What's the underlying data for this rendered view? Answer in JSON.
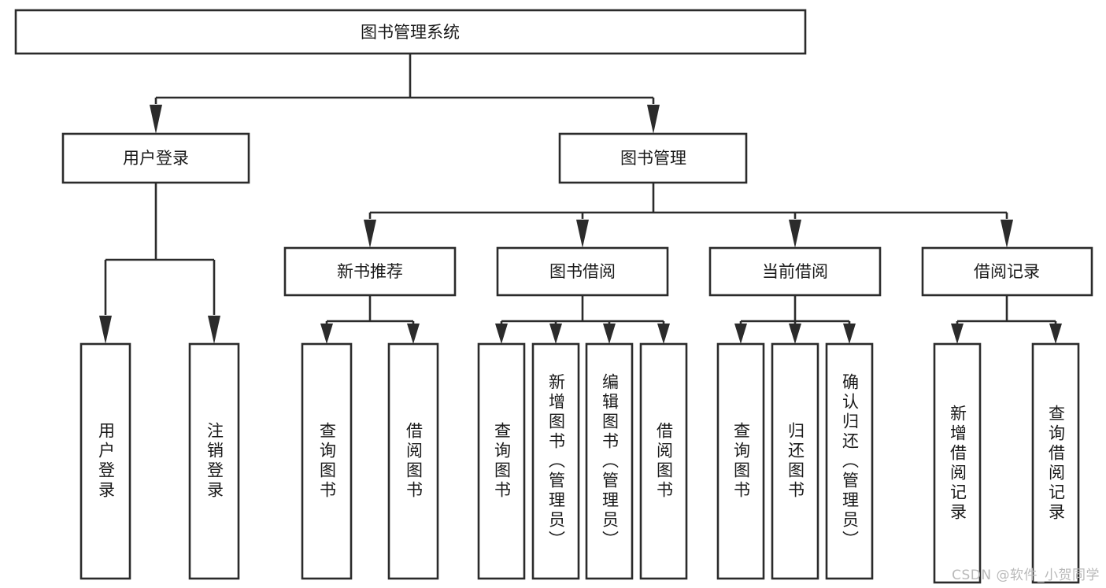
{
  "diagram": {
    "title": "图书管理系统",
    "type": "tree",
    "watermark": "CSDN @软件_小贺同学",
    "levels": {
      "root": {
        "label": "图书管理系统"
      },
      "level2": [
        {
          "label": "用户登录"
        },
        {
          "label": "图书管理"
        }
      ],
      "level3": [
        {
          "label": "新书推荐"
        },
        {
          "label": "图书借阅"
        },
        {
          "label": "当前借阅"
        },
        {
          "label": "借阅记录"
        }
      ],
      "leaves": [
        {
          "label": "用户登录",
          "parent": "用户登录"
        },
        {
          "label": "注销登录",
          "parent": "用户登录"
        },
        {
          "label": "查询图书",
          "parent": "新书推荐"
        },
        {
          "label": "借阅图书",
          "parent": "新书推荐"
        },
        {
          "label": "查询图书",
          "parent": "图书借阅"
        },
        {
          "label": "新增图书（管理员）",
          "parent": "图书借阅"
        },
        {
          "label": "编辑图书（管理员）",
          "parent": "图书借阅"
        },
        {
          "label": "借阅图书",
          "parent": "图书借阅"
        },
        {
          "label": "查询图书",
          "parent": "当前借阅"
        },
        {
          "label": "归还图书",
          "parent": "当前借阅"
        },
        {
          "label": "确认归还（管理员）",
          "parent": "当前借阅"
        },
        {
          "label": "新增借阅记录",
          "parent": "借阅记录"
        },
        {
          "label": "查询借阅记录",
          "parent": "借阅记录"
        }
      ]
    },
    "colors": {
      "stroke": "#2b2b2b",
      "fill": "#ffffff",
      "text": "#1a1a1a",
      "watermark": "#b9b9b9"
    }
  }
}
